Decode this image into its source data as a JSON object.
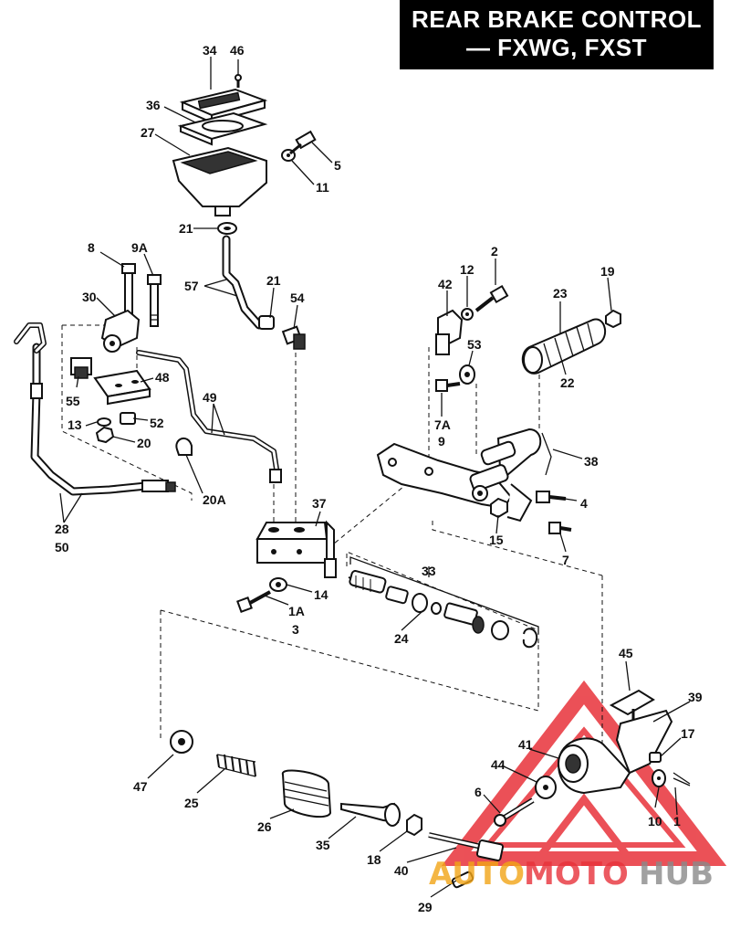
{
  "title": {
    "line1": "REAR BRAKE CONTROL",
    "line2": "— FXWG, FXST"
  },
  "watermark": {
    "part1": "AUTO",
    "part2": "MOTO",
    "part3": "HUB",
    "color_orange": "#f2a516",
    "color_red": "#e8323a",
    "color_gray": "#8a8a8a"
  },
  "labels": {
    "p34": "34",
    "p46": "46",
    "p36": "36",
    "p27": "27",
    "p5": "5",
    "p11": "11",
    "p21a": "21",
    "p8": "8",
    "p9a": "9A",
    "p57": "57",
    "p21b": "21",
    "p54": "54",
    "p30": "30",
    "p48": "48",
    "p55": "55",
    "p13": "13",
    "p52": "52",
    "p20": "20",
    "p49": "49",
    "p20a": "20A",
    "p28": "28",
    "p50": "50",
    "p2": "2",
    "p42": "42",
    "p12": "12",
    "p23": "23",
    "p19": "19",
    "p53": "53",
    "p22": "22",
    "p7a": "7A",
    "p9": "9",
    "p38": "38",
    "p4": "4",
    "p15": "15",
    "p7": "7",
    "p37": "37",
    "p33": "33",
    "p14": "14",
    "p1a": "1A",
    "p3": "3",
    "p24": "24",
    "p45": "45",
    "p39": "39",
    "p41": "41",
    "p17": "17",
    "p44": "44",
    "p6": "6",
    "p1": "1",
    "p10": "10",
    "p47": "47",
    "p25": "25",
    "p26": "26",
    "p35": "35",
    "p18": "18",
    "p40": "40",
    "p29": "29"
  }
}
